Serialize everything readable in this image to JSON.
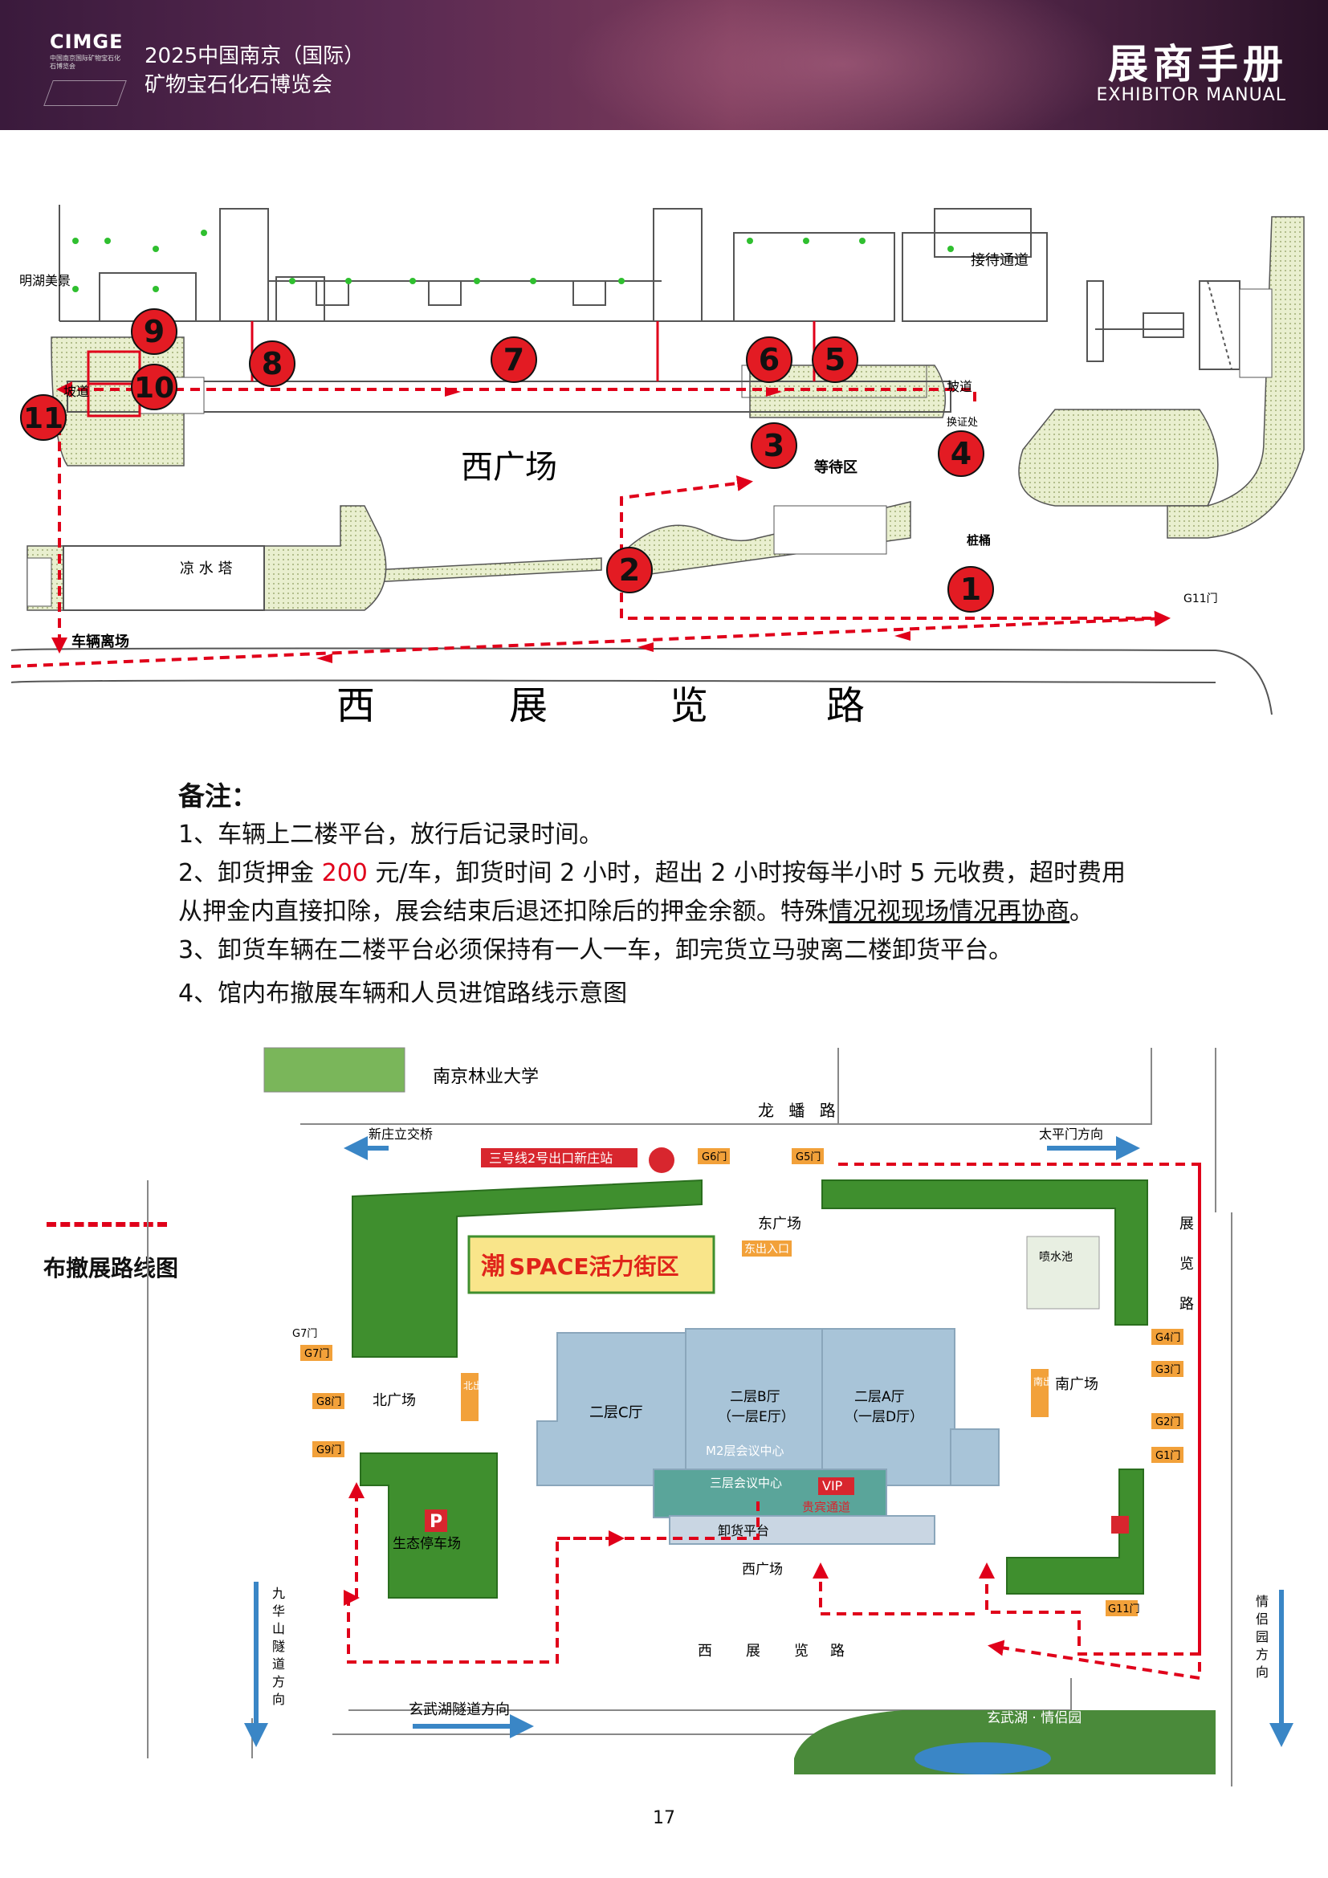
{
  "header": {
    "logo": "CIMGE",
    "logo_sub": "中国南京国际矿物宝石化石博览会",
    "title_line1": "2025中国南京（国际）",
    "title_line2": "矿物宝石化石博览会",
    "manual_cn": "展商手册",
    "manual_en": "EXHIBITOR MANUAL"
  },
  "map1": {
    "labels": {
      "minghu": "明湖美景",
      "ramp_left": "坡道",
      "ramp_right": "坡道",
      "pass_exchange": "换证处",
      "west_square": "西广场",
      "waiting_area": "等待区",
      "cooling_tower": "凉 水 塔",
      "vehicle_exit": "车辆离场",
      "pile_bucket": "桩桶",
      "gate_g11": "G11门",
      "staff_passage": "接待通道",
      "road": [
        "西",
        "展",
        "览",
        "路"
      ]
    },
    "markers": [
      "1",
      "2",
      "3",
      "4",
      "5",
      "6",
      "7",
      "8",
      "9",
      "10",
      "11"
    ]
  },
  "notes": {
    "title": "备注：",
    "item1": "1、车辆上二楼平台，放行后记录时间。",
    "item2_a": "2、卸货押金 ",
    "item2_amount": "200",
    "item2_b": " 元/车，卸货时间 2 小时，超出 2 小时按每半小时 5 元收费，超时费用",
    "item2_c": "从押金内直接扣除，展会结束后退还扣除后的押金余额。特殊",
    "item2_d": "情况视现场情况再协商",
    "item2_e": "。",
    "item3": "3、卸货车辆在二楼平台必须保持有一人一车，卸完货立马驶离二楼卸货平台。",
    "item4": "4、馆内布撤展车辆和人员进馆路线示意图"
  },
  "map2": {
    "legend_label": "布撤展路线图",
    "university": "南京林业大学",
    "longpan_road": "龙 蟠 路",
    "xinzhuang_bridge": "新庄立交桥",
    "taiping_gate": "太平门方向",
    "metro": "三号线2号出口新庄站",
    "g6": "G6门",
    "g5": "G5门",
    "east_square": "东广场",
    "east_entrance": "东出入口",
    "space": "SPACE活力街区",
    "space_prefix": "潮",
    "fountain": "喷水池",
    "exhibition_road_v": [
      "展",
      "览",
      "路"
    ],
    "g7": "G7门",
    "g8": "G8门",
    "g9": "G9门",
    "north_square": "北广场",
    "north_entrance": "北出入口",
    "hall_c": "二层C厅",
    "hall_b": [
      "二层B厅",
      "（一层E厅）"
    ],
    "hall_a": [
      "二层A厅",
      "（一层D厅）"
    ],
    "m2_center": "M2层会议中心",
    "third_center": "三层会议中心",
    "vip": "VIP",
    "vip_channel": "贵宾通道",
    "unload_platform": "卸货平台",
    "south_entrance": "南出入口",
    "south_square": "南广场",
    "g4": "G4门",
    "g3": "G3门",
    "g2": "G2门",
    "g1": "G1门",
    "eco_parking": "生态停车场",
    "parking_p": "P",
    "west_square": "西广场",
    "west_road": [
      "西",
      "展",
      "览",
      "路"
    ],
    "g11": "G11门",
    "jiuhuashan": [
      "九",
      "华",
      "山",
      "隧",
      "道",
      "方",
      "向"
    ],
    "qinglvyuan": [
      "情",
      "侣",
      "园",
      "方",
      "向"
    ],
    "xuanwuhu_tunnel": "玄武湖隧道方向",
    "xuanwuhu_park": "玄武湖 · 情侣园"
  },
  "page_number": "17",
  "colors": {
    "route_red": "#e0001a",
    "marker_red": "#e31b23",
    "hall_blue": "#a8c4d8",
    "green": "#3f8f2e",
    "gate_orange": "#f2a13a"
  }
}
